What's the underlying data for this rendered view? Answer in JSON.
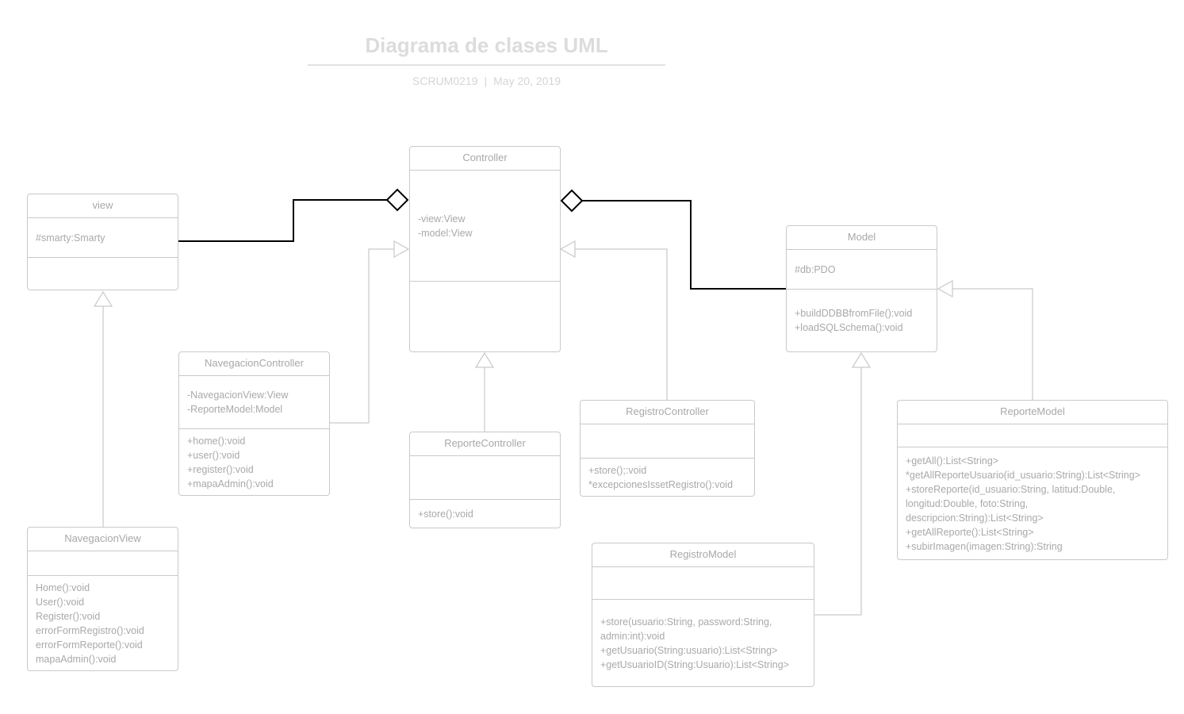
{
  "diagram": {
    "title": "Diagrama de clases UML",
    "subtitle_left": "SCRUM0219",
    "subtitle_sep": "|",
    "subtitle_right": "May 20, 2019"
  },
  "classes": {
    "view": {
      "name": "view",
      "attributes": [
        "#smarty:Smarty"
      ],
      "methods": []
    },
    "controller": {
      "name": "Controller",
      "attributes": [
        "-view:View",
        "-model:View"
      ],
      "methods": []
    },
    "model": {
      "name": "Model",
      "attributes": [
        "#db:PDO"
      ],
      "methods": [
        "+buildDDBBfromFile():void",
        "+loadSQLSchema():void"
      ]
    },
    "navegacion_controller": {
      "name": "NavegacionController",
      "attributes": [
        "-NavegacionView:View",
        "-ReporteModel:Model"
      ],
      "methods": [
        "+home():void",
        "+user():void",
        "+register():void",
        "+mapaAdmin():void"
      ]
    },
    "reporte_controller": {
      "name": "ReporteController",
      "attributes": [],
      "methods": [
        "+store():void"
      ]
    },
    "registro_controller": {
      "name": "RegistroController",
      "attributes": [],
      "methods": [
        "+store();:void",
        "*excepcionesIssetRegistro():void"
      ]
    },
    "reporte_model": {
      "name": "ReporteModel",
      "attributes": [],
      "methods": [
        "+getAll():List<String>",
        "*getAllReporteUsuario(id_usuario:String):List<String>",
        "+storeReporte(id_usuario:String, latitud:Double,",
        "longitud:Double,  foto:String,",
        "descripcion:String):List<String>",
        "+getAllReporte():List<String>",
        "+subirImagen(imagen:String):String"
      ]
    },
    "navegacion_view": {
      "name": "NavegacionView",
      "attributes": [],
      "methods": [
        "Home():void",
        "User():void",
        "Register():void",
        "errorFormRegistro():void",
        "errorFormReporte():void",
        "mapaAdmin():void"
      ]
    },
    "registro_model": {
      "name": "RegistroModel",
      "attributes": [],
      "methods": [
        "+store(usuario:String, password:String,",
        "admin:int):void",
        "+getUsuario(String:usuario):List<String>",
        "+getUsuarioID(String:Usuario):List<String>"
      ]
    }
  },
  "colors": {
    "border": "#c9c9c9",
    "text": "#a9a9a9",
    "aggregation": "#000000",
    "inheritance": "#c9c9c9"
  }
}
